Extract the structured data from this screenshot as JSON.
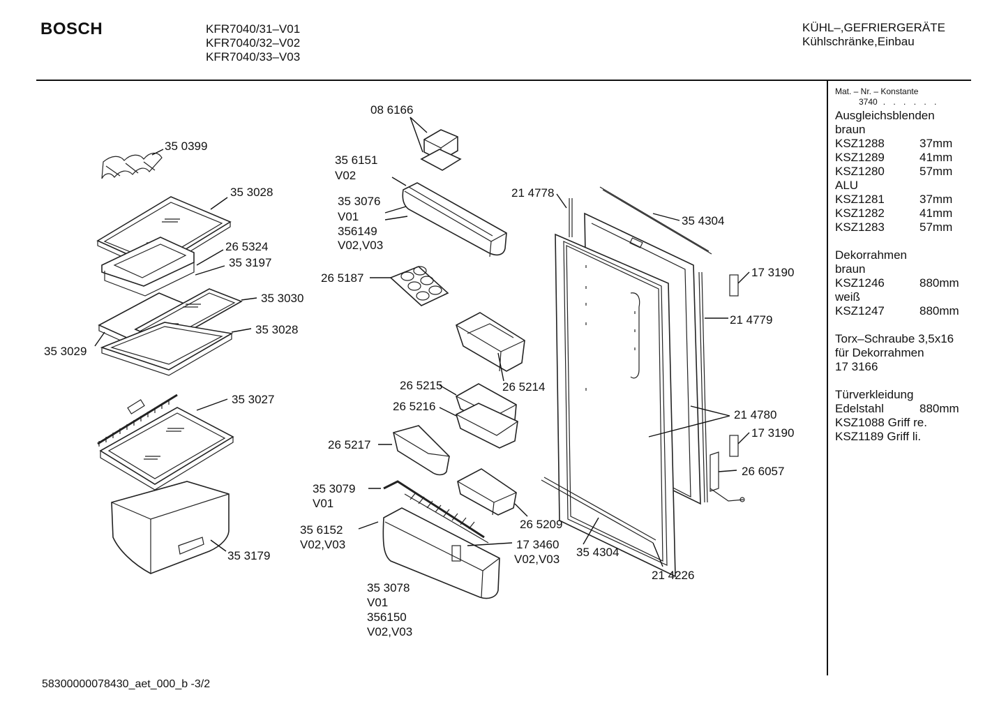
{
  "header": {
    "brand": "BOSCH",
    "models": [
      "KFR7040/31–V01",
      "KFR7040/32–V02",
      "KFR7040/33–V03"
    ],
    "category_line1": "KÜHL–,GEFRIERGERÄTE",
    "category_line2": "Kühlschränke,Einbau"
  },
  "footer": {
    "doc_id": "58300000078430_aet_000_b  -3/2"
  },
  "sidebar": {
    "mat_label": "Mat. – Nr. – Konstante",
    "mat_constant": "3740",
    "mat_dots": ". .  . . . .",
    "groups": [
      {
        "type": "text",
        "value": "Ausgleichsblenden"
      },
      {
        "type": "text",
        "value": "braun"
      },
      {
        "type": "pair",
        "code": "KSZ1288",
        "val": "37mm"
      },
      {
        "type": "pair",
        "code": "KSZ1289",
        "val": "41mm"
      },
      {
        "type": "pair",
        "code": "KSZ1280",
        "val": "57mm"
      },
      {
        "type": "text",
        "value": "ALU"
      },
      {
        "type": "pair",
        "code": "KSZ1281",
        "val": "37mm"
      },
      {
        "type": "pair",
        "code": "KSZ1282",
        "val": "41mm"
      },
      {
        "type": "pair",
        "code": "KSZ1283",
        "val": "57mm"
      },
      {
        "type": "gap"
      },
      {
        "type": "text",
        "value": "Dekorrahmen"
      },
      {
        "type": "text",
        "value": "braun"
      },
      {
        "type": "pair",
        "code": "KSZ1246",
        "val": "880mm"
      },
      {
        "type": "text",
        "value": "weiß"
      },
      {
        "type": "pair",
        "code": "KSZ1247",
        "val": "880mm"
      },
      {
        "type": "gap"
      },
      {
        "type": "text",
        "value": "Torx–Schraube 3,5x16"
      },
      {
        "type": "text",
        "value": "für Dekorrahmen"
      },
      {
        "type": "text",
        "value": "17 3166"
      },
      {
        "type": "gap"
      },
      {
        "type": "text",
        "value": "Türverkleidung"
      },
      {
        "type": "pair",
        "code": "Edelstahl",
        "val": "880mm"
      },
      {
        "type": "text",
        "value": "KSZ1088 Griff re."
      },
      {
        "type": "text",
        "value": "KSZ1189 Griff li."
      }
    ]
  },
  "part_labels": [
    {
      "id": "l350399",
      "text": "35 0399"
    },
    {
      "id": "l353028a",
      "text": "35 3028"
    },
    {
      "id": "l265324",
      "text": "26 5324"
    },
    {
      "id": "l353197",
      "text": "35 3197"
    },
    {
      "id": "l353030",
      "text": "35 3030"
    },
    {
      "id": "l353028b",
      "text": "35 3028"
    },
    {
      "id": "l353029",
      "text": "35 3029"
    },
    {
      "id": "l353027",
      "text": "35 3027"
    },
    {
      "id": "l353179",
      "text": "35 3179"
    },
    {
      "id": "l086166",
      "text": "08 6166"
    },
    {
      "id": "l356151",
      "text": "35 6151"
    },
    {
      "id": "l356151v",
      "text": "V02"
    },
    {
      "id": "l353076",
      "text": "35 3076"
    },
    {
      "id": "l353076v",
      "text": "V01"
    },
    {
      "id": "l356149",
      "text": "356149"
    },
    {
      "id": "l356149v",
      "text": "V02,V03"
    },
    {
      "id": "l265187",
      "text": "26 5187"
    },
    {
      "id": "l265214",
      "text": "26 5214"
    },
    {
      "id": "l265215",
      "text": "26 5215"
    },
    {
      "id": "l265216",
      "text": "26 5216"
    },
    {
      "id": "l265217",
      "text": "26 5217"
    },
    {
      "id": "l353079",
      "text": "35 3079"
    },
    {
      "id": "l353079v",
      "text": "V01"
    },
    {
      "id": "l356152",
      "text": "35 6152"
    },
    {
      "id": "l356152v",
      "text": "V02,V03"
    },
    {
      "id": "l265209",
      "text": "26 5209"
    },
    {
      "id": "l173460",
      "text": "17 3460"
    },
    {
      "id": "l173460v",
      "text": "V02,V03"
    },
    {
      "id": "l353078",
      "text": "35 3078"
    },
    {
      "id": "l353078v",
      "text": "V01"
    },
    {
      "id": "l356150",
      "text": "356150"
    },
    {
      "id": "l356150v",
      "text": "V02,V03"
    },
    {
      "id": "l214778",
      "text": "21 4778"
    },
    {
      "id": "l354304a",
      "text": "35 4304"
    },
    {
      "id": "l173190a",
      "text": "17 3190"
    },
    {
      "id": "l214779",
      "text": "21 4779"
    },
    {
      "id": "l214780",
      "text": "21 4780"
    },
    {
      "id": "l173190b",
      "text": "17 3190"
    },
    {
      "id": "l266057",
      "text": "26 6057"
    },
    {
      "id": "l354304b",
      "text": "35 4304"
    },
    {
      "id": "l214226",
      "text": "21 4226"
    }
  ]
}
